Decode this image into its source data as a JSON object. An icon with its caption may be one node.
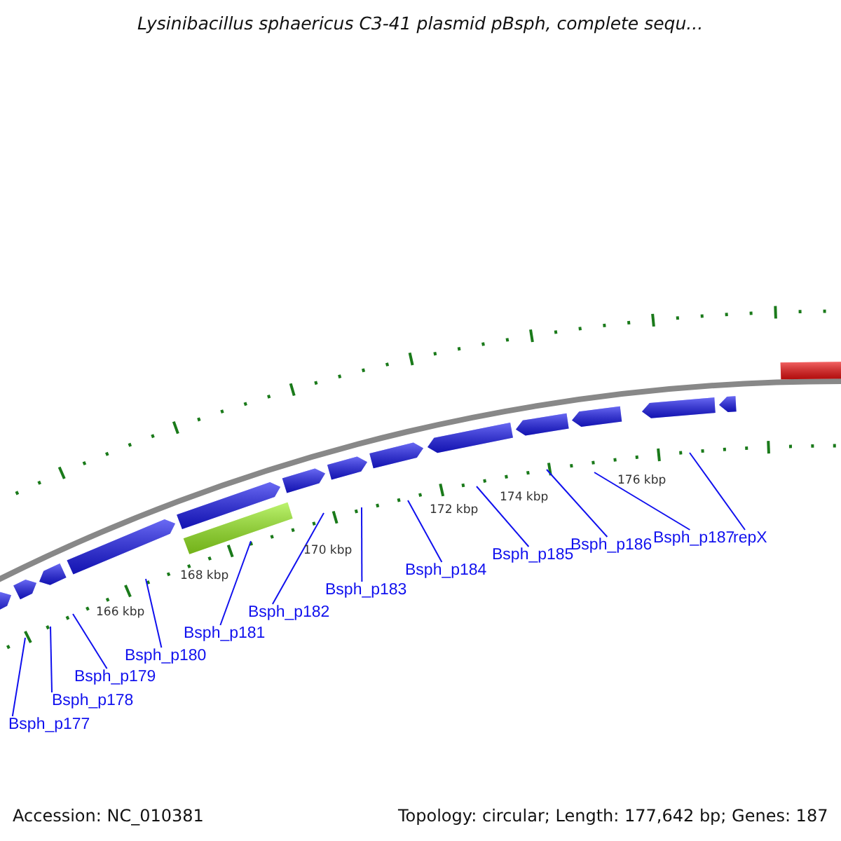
{
  "diagram": {
    "title": "Lysinibacillus sphaericus C3-41 plasmid pBsph, complete sequ...",
    "nodes": [
      {
        "text": [
          "Bsph_p177"
        ]
      },
      {
        "text": [
          "Bsph_p178"
        ]
      },
      {
        "text": [
          "Bsph_p179"
        ]
      },
      {
        "text": [
          "Bsph_p180"
        ]
      },
      {
        "text": [
          "Bsph_p181"
        ]
      },
      {
        "text": [
          "Bsph_p182"
        ]
      },
      {
        "text": [
          "Bsph_p183"
        ]
      },
      {
        "text": [
          "Bsph_p184"
        ]
      },
      {
        "text": [
          "Bsph_p185"
        ]
      },
      {
        "text": [
          "Bsph_p186"
        ]
      },
      {
        "text": [
          "Bsph_p187"
        ]
      },
      {
        "text": [
          "repX"
        ]
      }
    ],
    "edges": [
      {
        "from": 0,
        "to": null,
        "arrow": "none"
      },
      {
        "from": 1,
        "to": null,
        "arrow": "none"
      },
      {
        "from": 2,
        "to": null,
        "arrow": "none"
      },
      {
        "from": 3,
        "to": null,
        "arrow": "none"
      },
      {
        "from": 4,
        "to": null,
        "arrow": "none"
      },
      {
        "from": 5,
        "to": null,
        "arrow": "none"
      },
      {
        "from": 6,
        "to": null,
        "arrow": "none"
      },
      {
        "from": 7,
        "to": null,
        "arrow": "none"
      },
      {
        "from": 8,
        "to": null,
        "arrow": "none"
      },
      {
        "from": 9,
        "to": null,
        "arrow": "none"
      },
      {
        "from": 10,
        "to": null,
        "arrow": "none"
      },
      {
        "from": 11,
        "to": null,
        "arrow": "none"
      }
    ],
    "labels": [
      "166 kbp",
      "168 kbp",
      "170 kbp",
      "172 kbp",
      "174 kbp",
      "176 kbp",
      "Accession: NC_010381",
      "Topology: circular; Length: 177,642 bp; Genes: 187"
    ]
  }
}
